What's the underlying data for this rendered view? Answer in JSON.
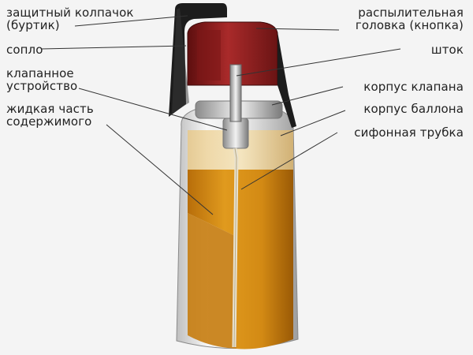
{
  "labels": {
    "cap": [
      "защитный колпачок",
      "(буртик)"
    ],
    "nozzle": "сопло",
    "valve_device": [
      "клапанное",
      "устройство"
    ],
    "liquid": [
      "жидкая часть",
      "содержимого"
    ],
    "spray_head": [
      "распылительная",
      "головка (кнопка)"
    ],
    "stem": "шток",
    "valve_body": "корпус клапана",
    "can_body": "корпус баллона",
    "siphon_tube": "сифонная трубка"
  },
  "colors": {
    "background": "#f4f4f4",
    "cap_dark": "#1c1c1c",
    "spray_head_red": "#8e1e1e",
    "liquid_amber": "#d48a12",
    "can_shell": "#d6d6d6",
    "leader_line": "#333333"
  }
}
